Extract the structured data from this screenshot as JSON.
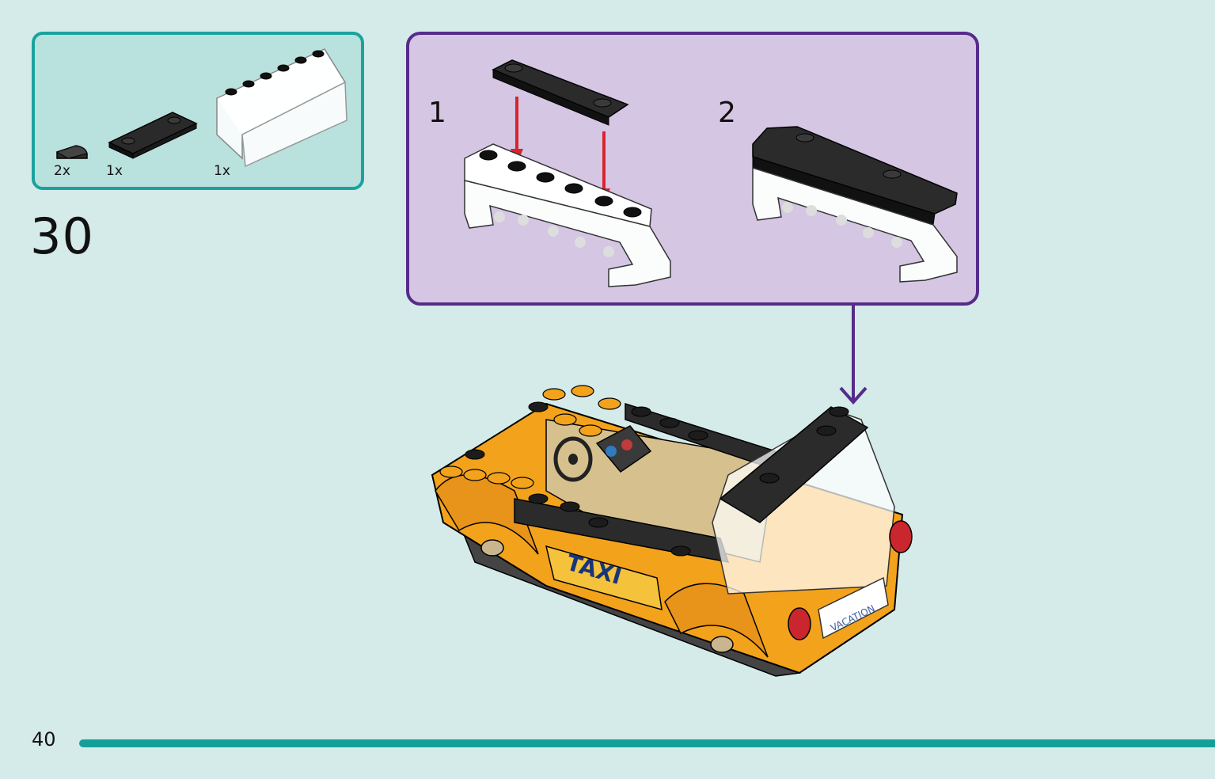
{
  "step": {
    "number": "30"
  },
  "parts": [
    {
      "quantity": "2x",
      "icon": "tile-quarter-round-black"
    },
    {
      "quantity": "1x",
      "icon": "plate-1x6-black"
    },
    {
      "quantity": "1x",
      "icon": "windscreen-transparent"
    }
  ],
  "substeps": [
    {
      "label": "1"
    },
    {
      "label": "2"
    }
  ],
  "model": {
    "sticker_text": "TAXI",
    "plate_text": "VACATION"
  },
  "page": {
    "number": "40"
  },
  "colors": {
    "background": "#d4ebe9",
    "parts_box_fill": "#b9e1de",
    "parts_box_border": "#1aa39c",
    "substep_box_fill": "#d5c6e4",
    "substep_box_border": "#562b8a",
    "arrow_red": "#d8242b",
    "taxi_yellow": "#f3a21c",
    "footer_bar": "#14a099"
  }
}
